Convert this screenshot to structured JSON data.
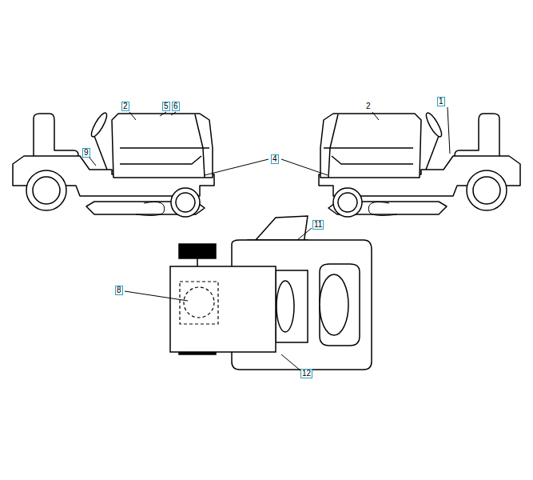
{
  "diagram": {
    "labels": [
      "1",
      "2",
      "5",
      "6",
      "2",
      "9",
      "4",
      "11",
      "8",
      "12"
    ]
  }
}
